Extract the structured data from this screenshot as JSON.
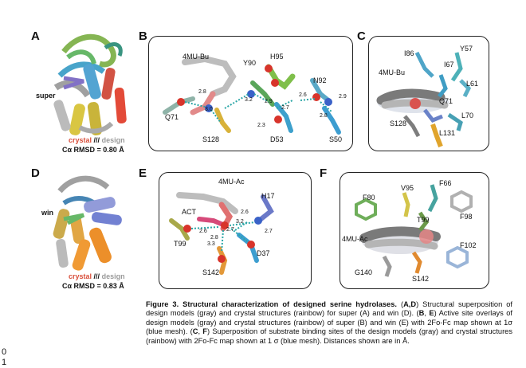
{
  "panels": {
    "A": {
      "letter": "A",
      "name": "super",
      "rmsd": "Cα RMSD = 0.80 Å"
    },
    "B": {
      "letter": "B",
      "residues": [
        "4MU-Bu",
        "Y90",
        "H95",
        "N92",
        "Q71",
        "S128",
        "D53",
        "S50"
      ],
      "distances": [
        "2.8",
        "3.0",
        "3.2",
        "2.9",
        "2.7",
        "2.6",
        "2.9",
        "2.3",
        "2.8"
      ]
    },
    "C": {
      "letter": "C",
      "residues": [
        "I86",
        "Y57",
        "I67",
        "4MU-Bu",
        "L61",
        "Q71",
        "S128",
        "L70",
        "L131"
      ]
    },
    "D": {
      "letter": "D",
      "name": "win",
      "rmsd": "Cα RMSD = 0.83 Å"
    },
    "E": {
      "letter": "E",
      "residues": [
        "4MU-Ac",
        "H17",
        "ACT",
        "T99",
        "D37",
        "S142"
      ],
      "distances": [
        "2.6",
        "3.2",
        "2.7",
        "2.6",
        "2.8",
        "2.7",
        "3.3"
      ]
    },
    "F": {
      "letter": "F",
      "residues": [
        "F80",
        "V95",
        "F66",
        "T99",
        "F98",
        "4MU-Ac",
        "F102",
        "G140",
        "S142"
      ]
    }
  },
  "legend": {
    "crystal": "crystal",
    "sep": "///",
    "design": "design"
  },
  "caption": {
    "lead": "Figure 3. Structural characterization of designed serine hydrolases.",
    "s1a": " (",
    "s1b": "A,D",
    "s1c": ") Structural superposition of design models (gray) and crystal structures (rainbow) for super (A) and win (D). (",
    "s2a": "B",
    "s2b": ", ",
    "s2c": "E",
    "s2d": ") Active site overlays of design models (gray) and crystal structures (rainbow) of super (B) and win (E) with 2Fo-Fc map shown at 1σ (blue mesh). (",
    "s3a": "C",
    "s3b": ", ",
    "s3c": "F",
    "s3d": ") Superposition of substrate binding sites of the design models (gray) and crystal structures (rainbow) with 2Fo-Fc map shown at 1 σ (blue mesh). Distances shown are in Å."
  },
  "margin": [
    "0",
    "1"
  ]
}
